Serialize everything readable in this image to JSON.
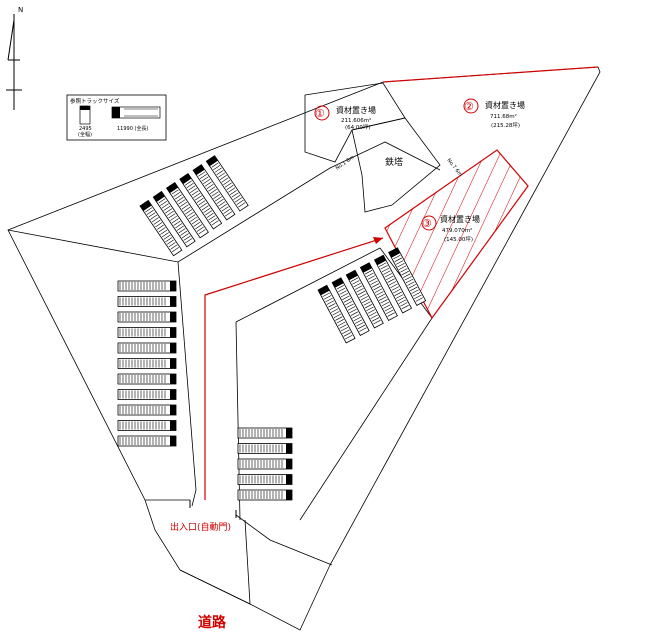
{
  "north": {
    "label": "N"
  },
  "legend": {
    "title": "参照トラックサイズ",
    "small_truck": {
      "size": "2495",
      "desc": "(全幅)"
    },
    "large_truck": {
      "size": "11990",
      "desc": "(全長)"
    }
  },
  "areas": [
    {
      "num": "①",
      "name": "資材置き場",
      "area": "211.606m²",
      "tsubo": "(64.00坪)"
    },
    {
      "num": "②",
      "name": "資材置き場",
      "area": "711.68m²",
      "tsubo": "(215.28坪)"
    },
    {
      "num": "③",
      "name": "資材置き場",
      "area": "479.070m²",
      "tsubo": "(145.00坪)"
    }
  ],
  "tower": {
    "label": "鉄塔"
  },
  "dimensions": {
    "d1": "No.1 8m",
    "d2": "No.7 6m"
  },
  "entrance": {
    "label": "出入口(自動門)"
  },
  "road": {
    "label": "道路"
  },
  "colors": {
    "accent": "#d10000",
    "line": "#000000"
  }
}
